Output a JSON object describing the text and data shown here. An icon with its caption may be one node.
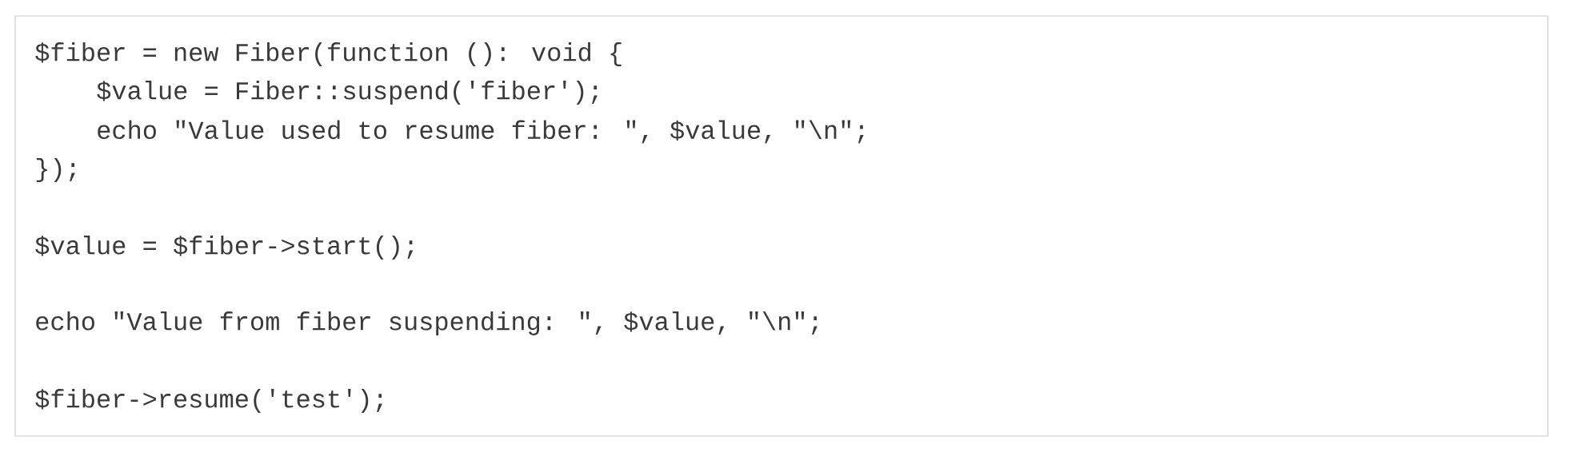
{
  "diagram": {
    "nodes": [
      {
        "text": [
          "$fiber = new Fiber(function (): void {",
          "$value = Fiber::suspend('fiber');",
          "echo \"Value used to resume fiber: \", $value, \"\\n\";",
          "});",
          "$value = $fiber->start();",
          "echo \"Value from fiber suspending: \", $value, \"\\n\";",
          "$fiber->resume('test');"
        ]
      }
    ]
  }
}
